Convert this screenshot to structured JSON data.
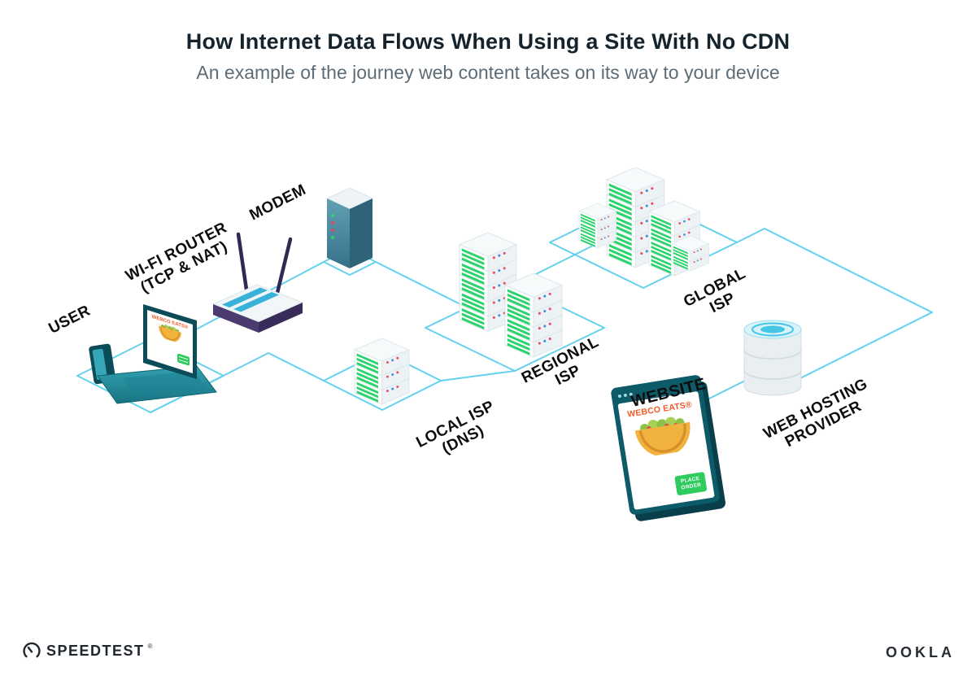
{
  "header": {
    "title": "How Internet Data Flows When Using a Site With No CDN",
    "subtitle": "An example of the journey web content takes on its way to your device"
  },
  "labels": {
    "user": "USER",
    "router_line1": "WI-FI ROUTER",
    "router_line2": "(TCP & NAT)",
    "modem": "MODEM",
    "local_line1": "LOCAL ISP",
    "local_line2": "(DNS)",
    "regional_line1": "REGIONAL",
    "regional_line2": "ISP",
    "global_line1": "GLOBAL",
    "global_line2": "ISP",
    "website": "WEBSITE",
    "hosting_line1": "WEB HOSTING",
    "hosting_line2": "PROVIDER"
  },
  "website_window": {
    "brand": "WEBCO EATS®",
    "button_line1": "PLACE",
    "button_line2": "ORDER"
  },
  "laptop_screen": {
    "brand": "WEBCO EATS®"
  },
  "footer": {
    "speedtest": "SPEEDTEST",
    "speedtest_mark": "®",
    "ookla": "OOKLA"
  },
  "colors": {
    "connection_line": "#66d1ee",
    "server_green": "#2bd36c",
    "brand_orange": "#f05a28",
    "button_green": "#2ecc5e",
    "frame_teal": "#0d5a68",
    "title_text": "#15232d",
    "subtitle_text": "#5d6c76"
  }
}
